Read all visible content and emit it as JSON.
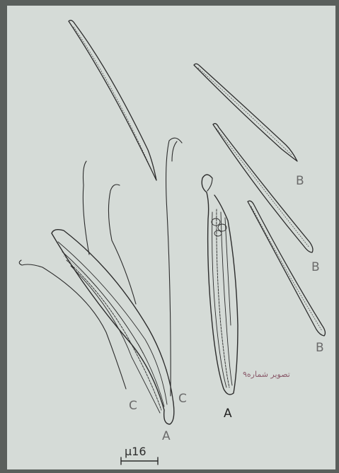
{
  "figure": {
    "labels": {
      "a": "A",
      "b": "B",
      "c": "C"
    },
    "caption": "تصویر شماره۹",
    "scale_bar": {
      "value": "16",
      "unit": "µ",
      "text": "µ16"
    }
  },
  "colors": {
    "background": "#d5dbd7",
    "border": "#5a5f5c",
    "ink": "#2c2c2c",
    "label": "#6b6b6b",
    "caption": "#8a5a6a"
  }
}
